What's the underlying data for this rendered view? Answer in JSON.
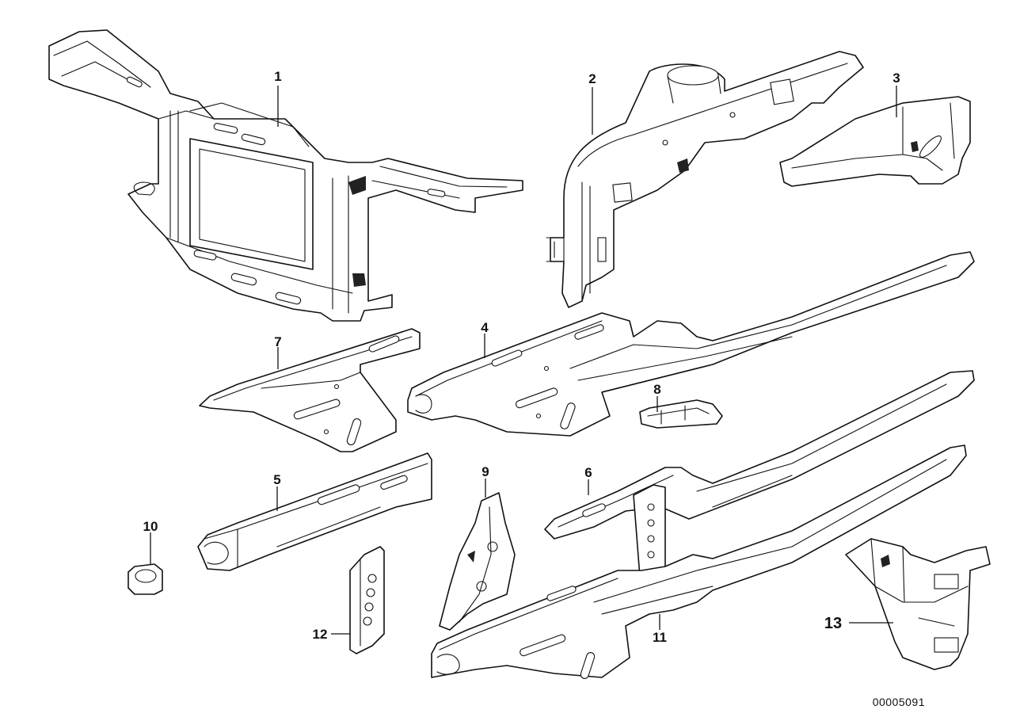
{
  "diagram": {
    "callouts": [
      "1",
      "2",
      "3",
      "4",
      "5",
      "6",
      "7",
      "8",
      "9",
      "10",
      "11",
      "12",
      "13"
    ],
    "document_id": "00005091"
  }
}
